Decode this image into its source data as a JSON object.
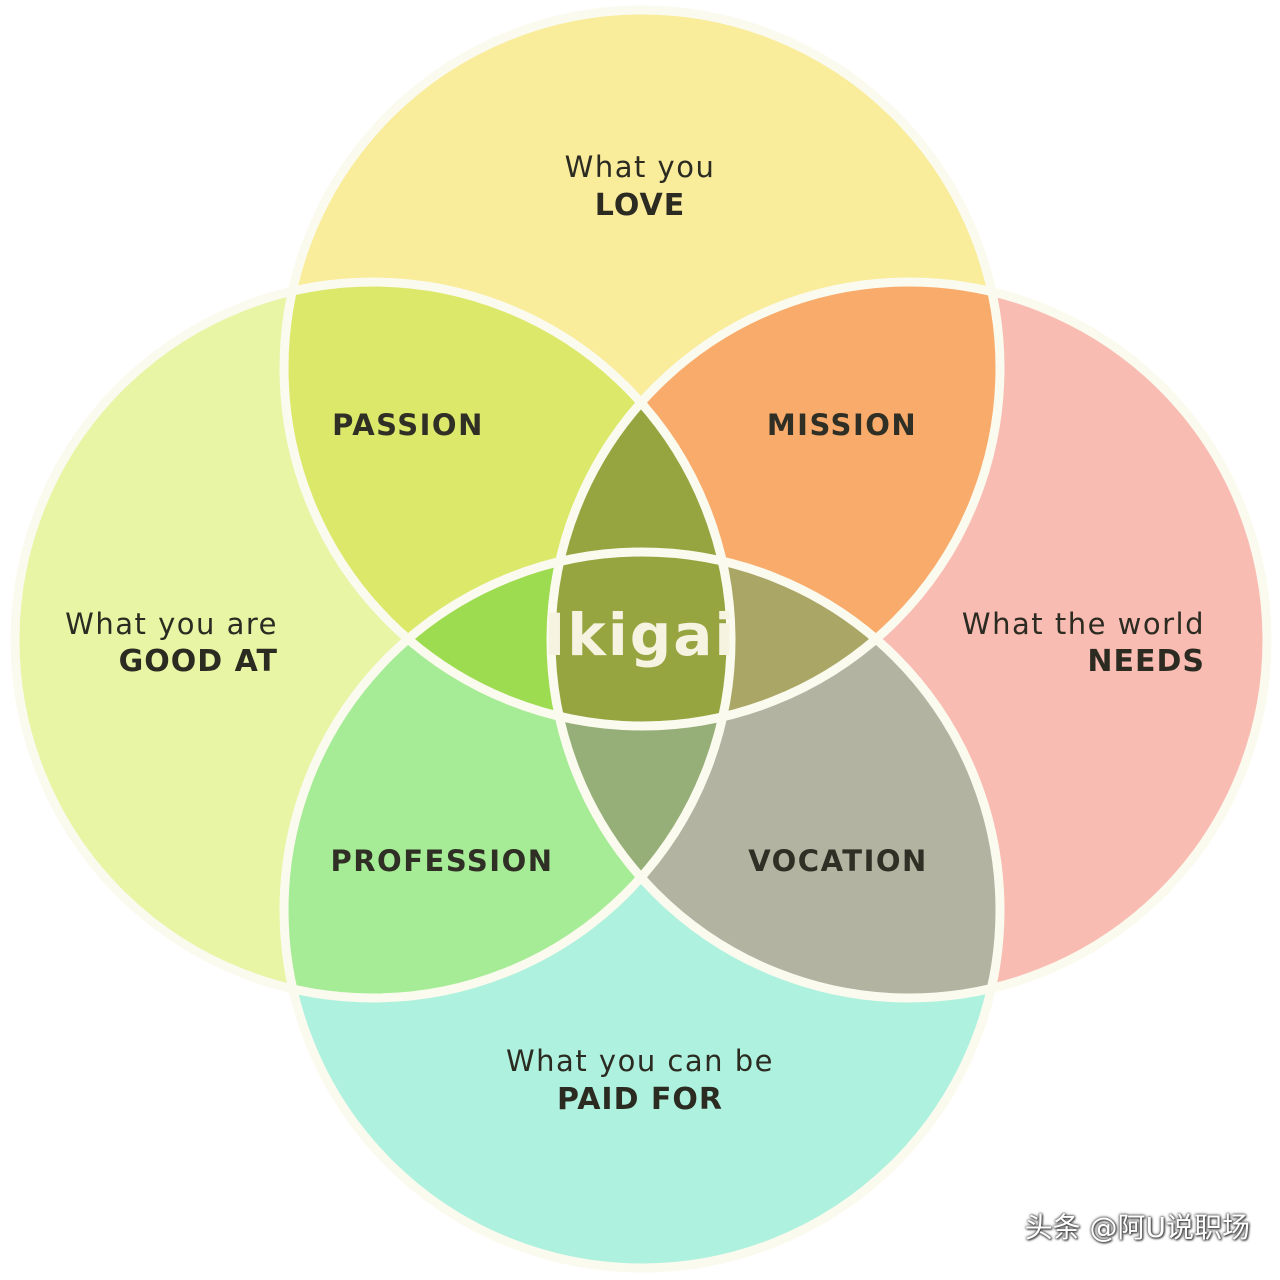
{
  "circles": {
    "top": {
      "line1": "What you",
      "line2": "LOVE",
      "fill": "#f9ec9b"
    },
    "left": {
      "line1": "What you are",
      "line2": "GOOD AT",
      "fill": "#e7f5a4"
    },
    "right": {
      "line1": "What the world",
      "line2": "NEEDS",
      "fill": "#f9bcb2"
    },
    "bottom": {
      "line1": "What you can be",
      "line2": "PAID FOR",
      "fill": "#aef1de"
    }
  },
  "regions": {
    "passion": {
      "label": "PASSION",
      "fill": "#dce86a"
    },
    "mission": {
      "label": "MISSION",
      "fill": "#f8ab6a"
    },
    "profession": {
      "label": "PROFESSION",
      "fill": "#a6ec96"
    },
    "vocation": {
      "label": "VOCATION",
      "fill": "#b3b3a1"
    }
  },
  "lenses": {
    "love_needs": {
      "fill": "#dca94c"
    },
    "good_love": {
      "fill": "#9ddc50"
    },
    "needs_paid": {
      "fill": "#aaa766"
    },
    "good_paid": {
      "fill": "#96ae77"
    }
  },
  "center": {
    "label": "Ikigai",
    "fill": "#97a540"
  },
  "outline_color": "#fbfaee",
  "watermark": "头条 @阿U说职场"
}
